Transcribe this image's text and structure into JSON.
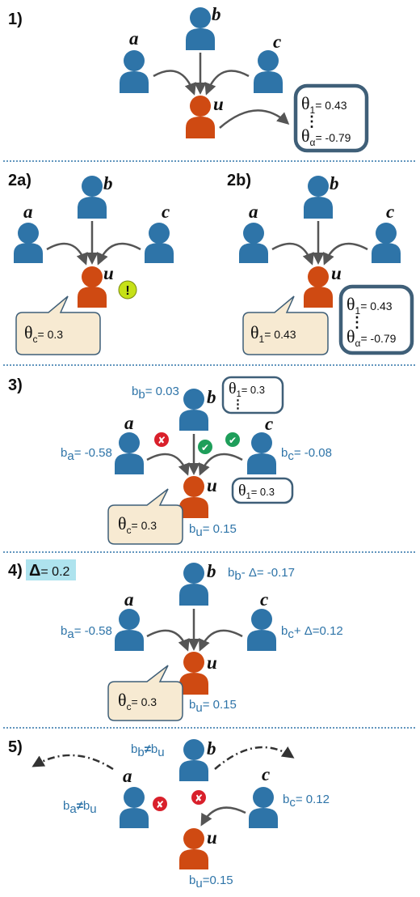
{
  "panels": {
    "p1": {
      "label": "1)",
      "nodes": {
        "a": "a",
        "b": "b",
        "c": "c",
        "u": "u"
      },
      "theta_box": {
        "line1_sym": "θ",
        "line1_sub": "1",
        "line1_val": "= 0.43",
        "dots": "⋮",
        "line2_sym": "θ",
        "line2_sub": "α",
        "line2_val": "= -0.79"
      }
    },
    "p2a": {
      "label": "2a)",
      "nodes": {
        "a": "a",
        "b": "b",
        "c": "c",
        "u": "u"
      },
      "alert": "!",
      "bubble": {
        "sym": "θ",
        "sub": "c",
        "val": "= 0.3"
      }
    },
    "p2b": {
      "label": "2b)",
      "nodes": {
        "a": "a",
        "b": "b",
        "c": "c",
        "u": "u"
      },
      "bubble": {
        "sym": "θ",
        "sub": "1",
        "val": "= 0.43"
      },
      "theta_box": {
        "line1_sym": "θ",
        "line1_sub": "1",
        "line1_val": "= 0.43",
        "dots": "⋮",
        "line2_sym": "θ",
        "line2_sub": "α",
        "line2_val": "= -0.79"
      }
    },
    "p3": {
      "label": "3)",
      "nodes": {
        "a": "a",
        "b": "b",
        "c": "c",
        "u": "u"
      },
      "bb": {
        "base": "b",
        "sub": "b",
        "val": "= 0.03"
      },
      "ba": {
        "base": "b",
        "sub": "a",
        "val": "= -0.58"
      },
      "bc": {
        "base": "b",
        "sub": "c",
        "val": "= -0.08"
      },
      "bu": {
        "base": "b",
        "sub": "u",
        "val": "= 0.15"
      },
      "box_b": {
        "sym": "θ",
        "sub": "1",
        "val": "= 0.3",
        "dots": "⋮"
      },
      "box_c": {
        "sym": "θ",
        "sub": "1",
        "val": "= 0.3"
      },
      "bubble": {
        "sym": "θ",
        "sub": "c",
        "val": "= 0.3"
      },
      "mark_a": "✘",
      "mark_b": "✔",
      "mark_c": "✔"
    },
    "p4": {
      "label": "4)",
      "delta": {
        "sym": "Δ",
        "val": "= 0.2"
      },
      "nodes": {
        "a": "a",
        "b": "b",
        "c": "c",
        "u": "u"
      },
      "bb": {
        "base": "b",
        "sub": "b",
        "op": "- Δ",
        "val": "= -0.17"
      },
      "ba": {
        "base": "b",
        "sub": "a",
        "val": "= -0.58"
      },
      "bc": {
        "base": "b",
        "sub": "c",
        "op": "+ Δ",
        "val": "=0.12"
      },
      "bu": {
        "base": "b",
        "sub": "u",
        "val": "= 0.15"
      },
      "bubble": {
        "sym": "θ",
        "sub": "c",
        "val": "= 0.3"
      }
    },
    "p5": {
      "label": "5)",
      "nodes": {
        "a": "a",
        "b": "b",
        "c": "c",
        "u": "u"
      },
      "bb": {
        "base": "b",
        "sub": "b",
        "neq": "≠",
        "base2": "b",
        "sub2": "u"
      },
      "ba": {
        "base": "b",
        "sub": "a",
        "neq": "≠",
        "base2": "b",
        "sub2": "u"
      },
      "bc": {
        "base": "b",
        "sub": "c",
        "val": "= 0.12"
      },
      "bu": {
        "base": "b",
        "sub": "u",
        "val": "=0.15"
      },
      "mark_a": "✘",
      "mark_b": "✘"
    }
  },
  "colors": {
    "blue": "#2e74a8",
    "orange": "#cf4a12",
    "text_blue": "#2e74a8",
    "box_border": "#3f5f78",
    "bubble_fill": "#f7ead2",
    "divider": "#2e74a8",
    "delta_bg": "#aee3ee",
    "red_mark": "#d9202b",
    "green_mark": "#1e9e5a",
    "alert_fill": "#c6e117"
  }
}
